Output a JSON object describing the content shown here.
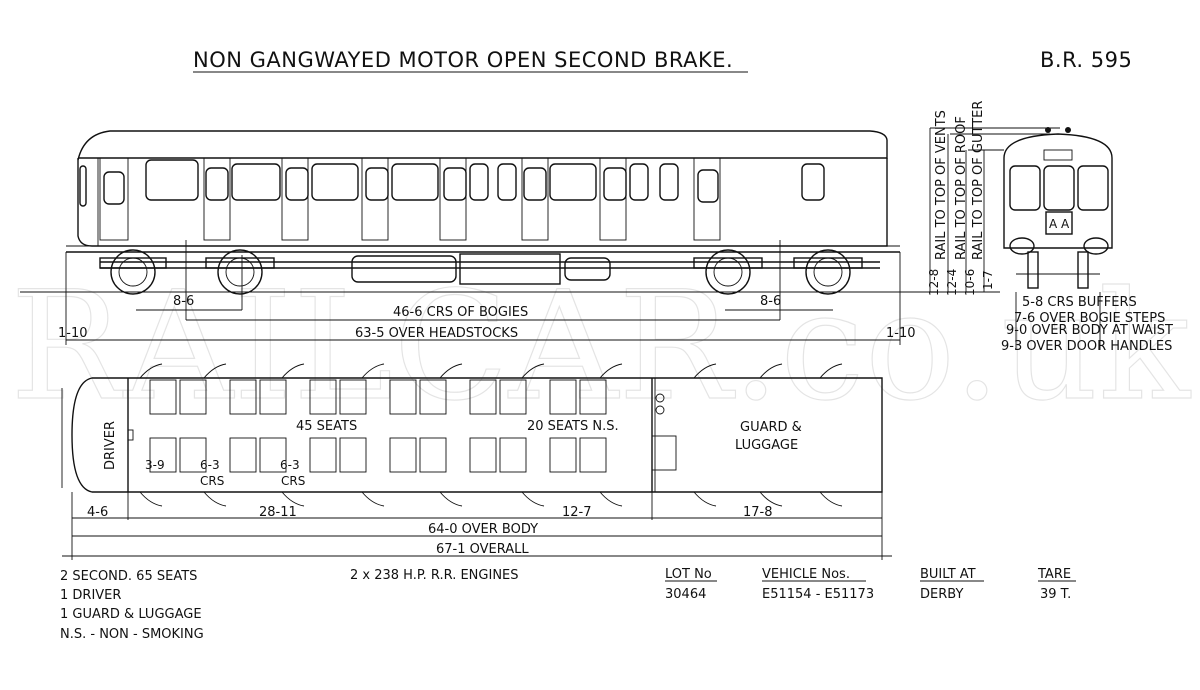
{
  "title": "NON GANGWAYED MOTOR OPEN SECOND BRAKE.",
  "diagram_no": "B.R. 595",
  "watermark": "RAILCAR.co.uk",
  "side_dims": {
    "bogie_wb_left": "8-6",
    "bogie_wb_right": "8-6",
    "bogie_centres": "46-6 CRS OF BOGIES",
    "over_headstocks": "63-5 OVER HEADSTOCKS",
    "overhang_left": "1-10",
    "overhang_right": "1-10"
  },
  "plan_labels": {
    "driver": "DRIVER",
    "seats_45": "45 SEATS",
    "seats_20": "20 SEATS N.S.",
    "guard_1": "GUARD &",
    "guard_2": "LUGGAGE",
    "d39": "3-9",
    "crs1_a": "6-3",
    "crs1_b": "CRS",
    "crs2_a": "6-3",
    "crs2_b": "CRS"
  },
  "plan_dims": {
    "cab": "4-6",
    "sect1": "28-11",
    "sect2": "12-7",
    "guard": "17-8",
    "over_body": "64-0 OVER BODY",
    "overall": "67-1 OVERALL"
  },
  "end_dims": {
    "vents": "RAIL TO TOP OF VENTS",
    "roof": "RAIL TO TOP OF ROOF",
    "gutter": "RAIL TO TOP OF GUTTER",
    "h_vents": "12-8",
    "h_roof": "12-4",
    "h_gutter": "10-6",
    "h_floor": "1-7",
    "head_code": "A A",
    "crs_buffers": "5-8 CRS BUFFERS",
    "bogie_steps": "7-6 OVER BOGIE STEPS",
    "waist": "9-0 OVER BODY AT WAIST",
    "door_handles": "9-3 OVER DOOR HANDLES"
  },
  "notes": [
    "2 SECOND. 65 SEATS",
    "1 DRIVER",
    "1 GUARD & LUGGAGE",
    "N.S. - NON - SMOKING"
  ],
  "engines": "2 x 238 H.P. R.R. ENGINES",
  "table": {
    "headers": [
      "LOT No",
      "VEHICLE Nos.",
      "BUILT AT",
      "TARE"
    ],
    "values": [
      "30464",
      "E51154 - E51173",
      "DERBY",
      "39 T."
    ]
  }
}
